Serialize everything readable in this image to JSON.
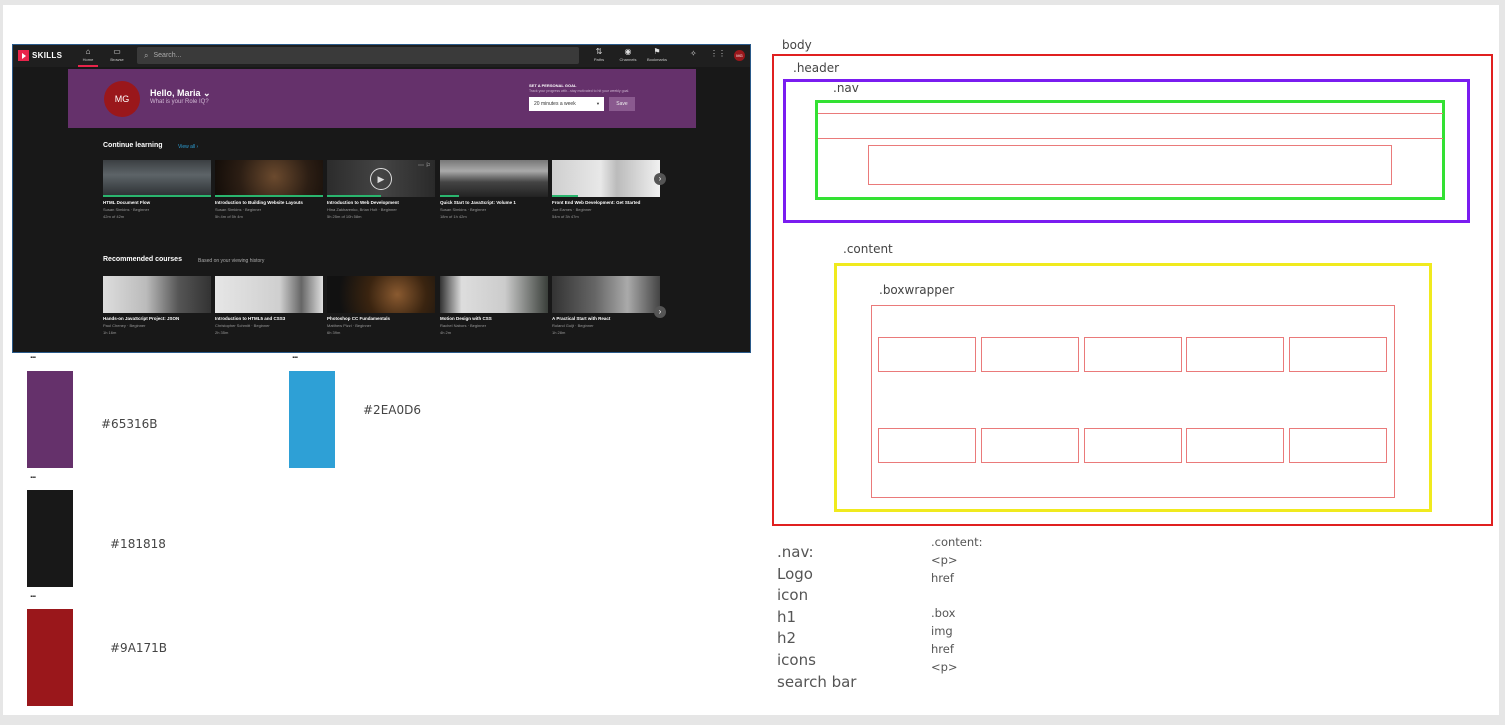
{
  "screenshot": {
    "brand": "SKILLS",
    "nav": {
      "home": "Home",
      "browse": "Browse",
      "paths": "Paths",
      "channels": "Channels",
      "bookmarks": "Bookmarks"
    },
    "search_placeholder": "Search...",
    "user_initials": "MG",
    "greeting": "Hello, Maria",
    "role_prompt": "What is your Role IQ?",
    "goal": {
      "title": "SET A PERSONAL GOAL",
      "subtitle": "Track your progress with...stay motivated to hit your weekly goal.",
      "selected": "20 minutes a week",
      "save": "Save"
    },
    "continue": {
      "title": "Continue learning",
      "link": "View all",
      "cards": [
        {
          "title": "HTML Document Flow",
          "meta": "Susan Simkins · Beginner",
          "time": "42m of 42m",
          "progress": 1.0
        },
        {
          "title": "Introduction to Building Website Layouts",
          "meta": "Susan Simkins · Beginner",
          "time": "5h 4m of 5h 4m",
          "progress": 1.0
        },
        {
          "title": "Introduction to Web Development",
          "meta": "Hina Zakharenko, Brian Holt · Beginner",
          "time": "5h 25m of 10h 58m",
          "progress": 0.5
        },
        {
          "title": "Quick Start to JavaScript: Volume 1",
          "meta": "Susan Simkins · Beginner",
          "time": "18m of 1h 42m",
          "progress": 0.18
        },
        {
          "title": "Front End Web Development: Get Started",
          "meta": "Joe Eames · Beginner",
          "time": "54m of 3h 47m",
          "progress": 0.24
        }
      ]
    },
    "recommended": {
      "title": "Recommended courses",
      "note": "Based on your viewing history",
      "cards": [
        {
          "title": "Hands-on JavaScript Project: JSON",
          "meta": "Paul Cheney · Beginner",
          "time": "1h 16m"
        },
        {
          "title": "Introduction to HTML5 and CSS3",
          "meta": "Christopher Schmitt · Beginner",
          "time": "2h 35m"
        },
        {
          "title": "Photoshop CC Fundamentals",
          "meta": "Matthew Pizzi · Beginner",
          "time": "6h 39m"
        },
        {
          "title": "Motion Design with CSS",
          "meta": "Rachel Nabors · Beginner",
          "time": "4h 2m"
        },
        {
          "title": "A Practical Start with React",
          "meta": "Roland Guijt · Beginner",
          "time": "1h 28m"
        }
      ]
    }
  },
  "palette": [
    {
      "label": "...",
      "hex": "#65316B",
      "color": "#65316b"
    },
    {
      "label": "...",
      "hex": "#2EA0D6",
      "color": "#2ea0d6"
    },
    {
      "label": "...",
      "hex": "#181818",
      "color": "#181818"
    },
    {
      "label": "...",
      "hex": "#9A171B",
      "color": "#9a171b"
    }
  ],
  "wireframe": {
    "body": "body",
    "header": ".header",
    "nav": ".nav",
    "content": ".content",
    "boxwrapper": ".boxwrapper",
    "colors": {
      "body": "#e02020",
      "header": "#7a1cf0",
      "nav": "#33e133",
      "content": "#f0ea1e",
      "inner": "#ea7a7a"
    }
  },
  "notes_nav": [
    ".nav:",
    "Logo",
    "icon",
    "h1",
    "h2",
    "icons",
    "search bar"
  ],
  "notes_content": [
    ".content:",
    "<p>",
    "href",
    "",
    ".box",
    "img",
    "href",
    "<p>"
  ]
}
